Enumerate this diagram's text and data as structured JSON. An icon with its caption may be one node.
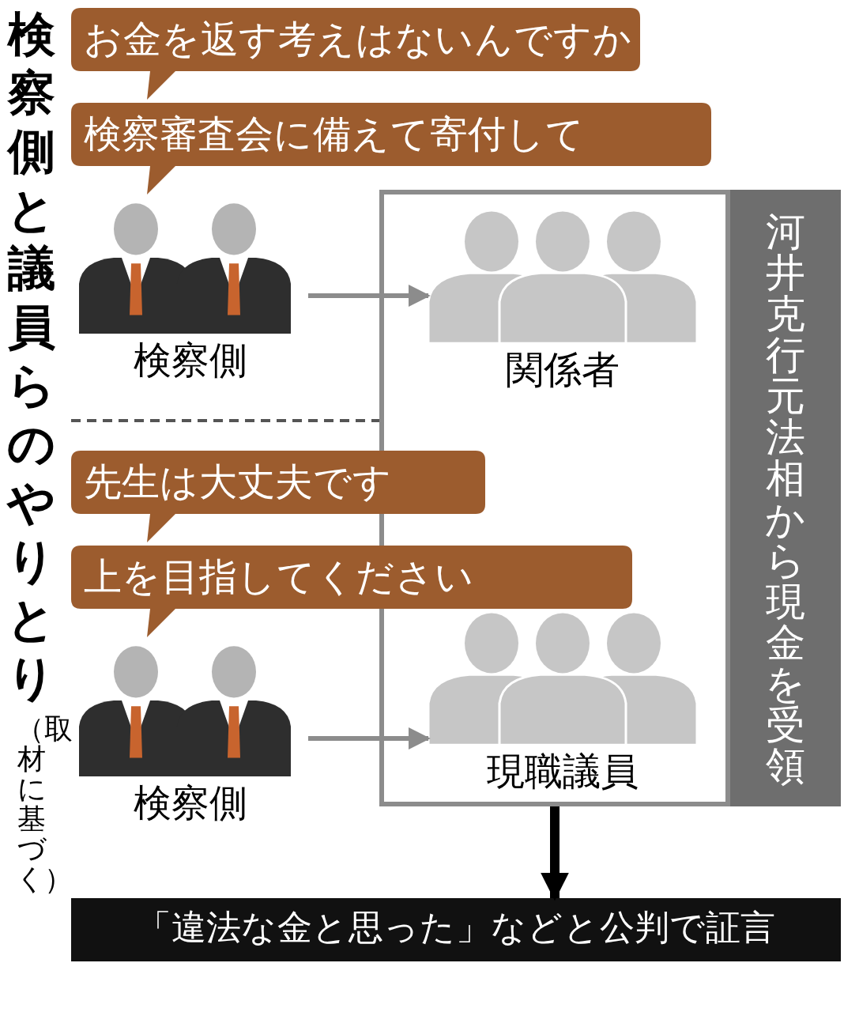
{
  "diagram": {
    "title": "検察側と議員らのやりとり",
    "caption": "（取材に基づく）",
    "nodes": [
      {
        "text": [
          "お金を返す考えはないんですか"
        ]
      },
      {
        "text": [
          "検察審査会に備えて寄付して"
        ]
      },
      {
        "text": [
          "検察側"
        ]
      },
      {
        "text": [],
        "shape": "box"
      },
      {
        "text": [
          "河井克行元法相から現金を受領"
        ]
      },
      {
        "text": [
          "関係者"
        ],
        "in": 3
      },
      {
        "text": [
          "先生は大丈夫です"
        ]
      },
      {
        "text": [
          "上を目指してください"
        ]
      },
      {
        "text": [
          "検察側"
        ]
      },
      {
        "text": [
          "現職議員"
        ],
        "in": 3
      },
      {
        "text": [
          "「違法な金と思った」などと公判で証言"
        ]
      }
    ],
    "edges": [
      {
        "from": 2,
        "to": 5,
        "arrow": "to"
      },
      {
        "from": 8,
        "to": 9,
        "arrow": "to"
      },
      {
        "from": 3,
        "to": 10,
        "arrow": "to",
        "style": "thick",
        "color": "#000000"
      }
    ]
  }
}
